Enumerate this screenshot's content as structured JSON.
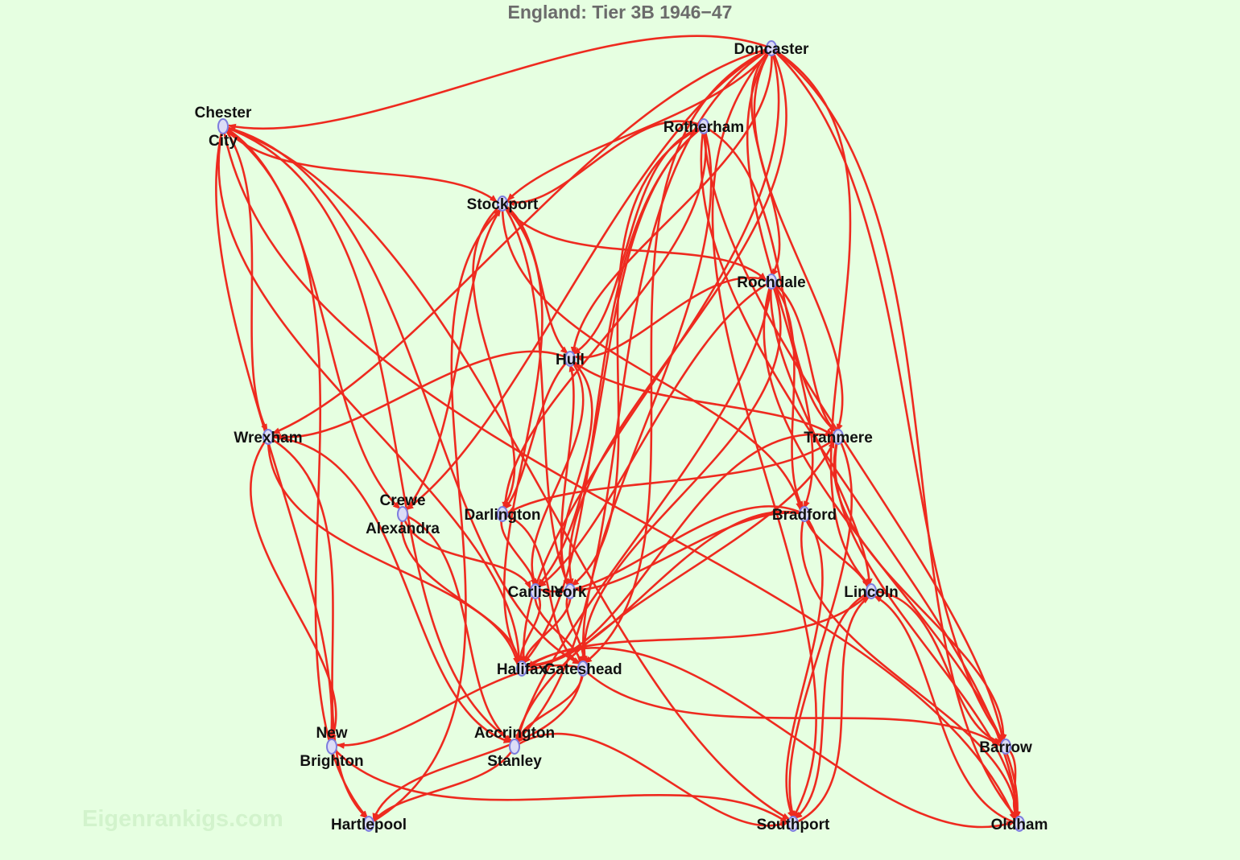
{
  "title": "England: Tier 3B 1946−47",
  "watermark": "Eigenrankigs.com",
  "colors": {
    "background": "#e6ffe1",
    "edge": "#ee2a1f",
    "node_fill": "#dcdcf6",
    "node_stroke": "#7d7dde",
    "title": "#6b6b6b"
  },
  "nodes": [
    {
      "id": "doncaster",
      "label": [
        "Doncaster"
      ]
    },
    {
      "id": "chester",
      "label": [
        "Chester",
        "City"
      ]
    },
    {
      "id": "rotherham",
      "label": [
        "Rotherham"
      ]
    },
    {
      "id": "stockport",
      "label": [
        "Stockport"
      ]
    },
    {
      "id": "rochdale",
      "label": [
        "Rochdale"
      ]
    },
    {
      "id": "hull",
      "label": [
        "Hull"
      ]
    },
    {
      "id": "wrexham",
      "label": [
        "Wrexham"
      ]
    },
    {
      "id": "tranmere",
      "label": [
        "Tranmere"
      ]
    },
    {
      "id": "crewe",
      "label": [
        "Crewe",
        "Alexandra"
      ]
    },
    {
      "id": "darlington",
      "label": [
        "Darlington"
      ]
    },
    {
      "id": "bradford",
      "label": [
        "Bradford"
      ]
    },
    {
      "id": "carlisle",
      "label": [
        "Carlisle"
      ]
    },
    {
      "id": "york",
      "label": [
        "York"
      ]
    },
    {
      "id": "lincoln",
      "label": [
        "Lincoln"
      ]
    },
    {
      "id": "halifax",
      "label": [
        "Halifax"
      ]
    },
    {
      "id": "gateshead",
      "label": [
        "Gateshead"
      ]
    },
    {
      "id": "newbrighton",
      "label": [
        "New",
        "Brighton"
      ]
    },
    {
      "id": "accrington",
      "label": [
        "Accrington",
        "Stanley"
      ]
    },
    {
      "id": "barrow",
      "label": [
        "Barrow"
      ]
    },
    {
      "id": "hartlepool",
      "label": [
        "Hartlepool"
      ]
    },
    {
      "id": "southport",
      "label": [
        "Southport"
      ]
    },
    {
      "id": "oldham",
      "label": [
        "Oldham"
      ]
    }
  ],
  "edges": [
    [
      "doncaster",
      "chester"
    ],
    [
      "doncaster",
      "stockport"
    ],
    [
      "doncaster",
      "rochdale"
    ],
    [
      "doncaster",
      "hull"
    ],
    [
      "doncaster",
      "wrexham"
    ],
    [
      "doncaster",
      "tranmere"
    ],
    [
      "doncaster",
      "crewe"
    ],
    [
      "doncaster",
      "bradford"
    ],
    [
      "doncaster",
      "york"
    ],
    [
      "doncaster",
      "lincoln"
    ],
    [
      "doncaster",
      "halifax"
    ],
    [
      "doncaster",
      "gateshead"
    ],
    [
      "doncaster",
      "barrow"
    ],
    [
      "doncaster",
      "southport"
    ],
    [
      "doncaster",
      "oldham"
    ],
    [
      "doncaster",
      "accrington"
    ],
    [
      "chester",
      "stockport"
    ],
    [
      "chester",
      "wrexham"
    ],
    [
      "chester",
      "crewe"
    ],
    [
      "chester",
      "halifax"
    ],
    [
      "chester",
      "newbrighton"
    ],
    [
      "chester",
      "accrington"
    ],
    [
      "chester",
      "hartlepool"
    ],
    [
      "chester",
      "southport"
    ],
    [
      "chester",
      "oldham"
    ],
    [
      "chester",
      "gateshead"
    ],
    [
      "rotherham",
      "stockport"
    ],
    [
      "rotherham",
      "hull"
    ],
    [
      "rotherham",
      "tranmere"
    ],
    [
      "rotherham",
      "darlington"
    ],
    [
      "rotherham",
      "york"
    ],
    [
      "rotherham",
      "gateshead"
    ],
    [
      "rotherham",
      "barrow"
    ],
    [
      "rotherham",
      "oldham"
    ],
    [
      "rotherham",
      "carlisle"
    ],
    [
      "rotherham",
      "halifax"
    ],
    [
      "stockport",
      "rochdale"
    ],
    [
      "stockport",
      "hull"
    ],
    [
      "stockport",
      "darlington"
    ],
    [
      "stockport",
      "halifax"
    ],
    [
      "stockport",
      "bradford"
    ],
    [
      "stockport",
      "york"
    ],
    [
      "rochdale",
      "hull"
    ],
    [
      "rochdale",
      "tranmere"
    ],
    [
      "rochdale",
      "bradford"
    ],
    [
      "rochdale",
      "lincoln"
    ],
    [
      "rochdale",
      "gateshead"
    ],
    [
      "rochdale",
      "carlisle"
    ],
    [
      "rochdale",
      "oldham"
    ],
    [
      "rochdale",
      "accrington"
    ],
    [
      "hull",
      "wrexham"
    ],
    [
      "hull",
      "tranmere"
    ],
    [
      "hull",
      "darlington"
    ],
    [
      "hull",
      "carlisle"
    ],
    [
      "hull",
      "york"
    ],
    [
      "wrexham",
      "halifax"
    ],
    [
      "wrexham",
      "accrington"
    ],
    [
      "wrexham",
      "hartlepool"
    ],
    [
      "wrexham",
      "newbrighton"
    ],
    [
      "tranmere",
      "darlington"
    ],
    [
      "tranmere",
      "barrow"
    ],
    [
      "tranmere",
      "oldham"
    ],
    [
      "tranmere",
      "southport"
    ],
    [
      "tranmere",
      "halifax"
    ],
    [
      "crewe",
      "carlisle"
    ],
    [
      "crewe",
      "halifax"
    ],
    [
      "crewe",
      "accrington"
    ],
    [
      "crewe",
      "stockport"
    ],
    [
      "darlington",
      "carlisle"
    ],
    [
      "darlington",
      "gateshead"
    ],
    [
      "bradford",
      "york"
    ],
    [
      "bradford",
      "lincoln"
    ],
    [
      "bradford",
      "halifax"
    ],
    [
      "bradford",
      "southport"
    ],
    [
      "bradford",
      "oldham"
    ],
    [
      "bradford",
      "carlisle"
    ],
    [
      "carlisle",
      "halifax"
    ],
    [
      "carlisle",
      "gateshead"
    ],
    [
      "york",
      "halifax"
    ],
    [
      "york",
      "gateshead"
    ],
    [
      "york",
      "hull"
    ],
    [
      "lincoln",
      "barrow"
    ],
    [
      "lincoln",
      "southport"
    ],
    [
      "lincoln",
      "halifax"
    ],
    [
      "gateshead",
      "newbrighton"
    ],
    [
      "gateshead",
      "accrington"
    ],
    [
      "gateshead",
      "barrow"
    ],
    [
      "accrington",
      "hartlepool"
    ],
    [
      "accrington",
      "southport"
    ],
    [
      "accrington",
      "tranmere"
    ],
    [
      "barrow",
      "oldham"
    ],
    [
      "oldham",
      "lincoln"
    ],
    [
      "southport",
      "lincoln"
    ],
    [
      "hartlepool",
      "stockport"
    ],
    [
      "newbrighton",
      "southport"
    ],
    [
      "halifax",
      "oldham"
    ],
    [
      "gateshead",
      "hartlepool"
    ]
  ]
}
